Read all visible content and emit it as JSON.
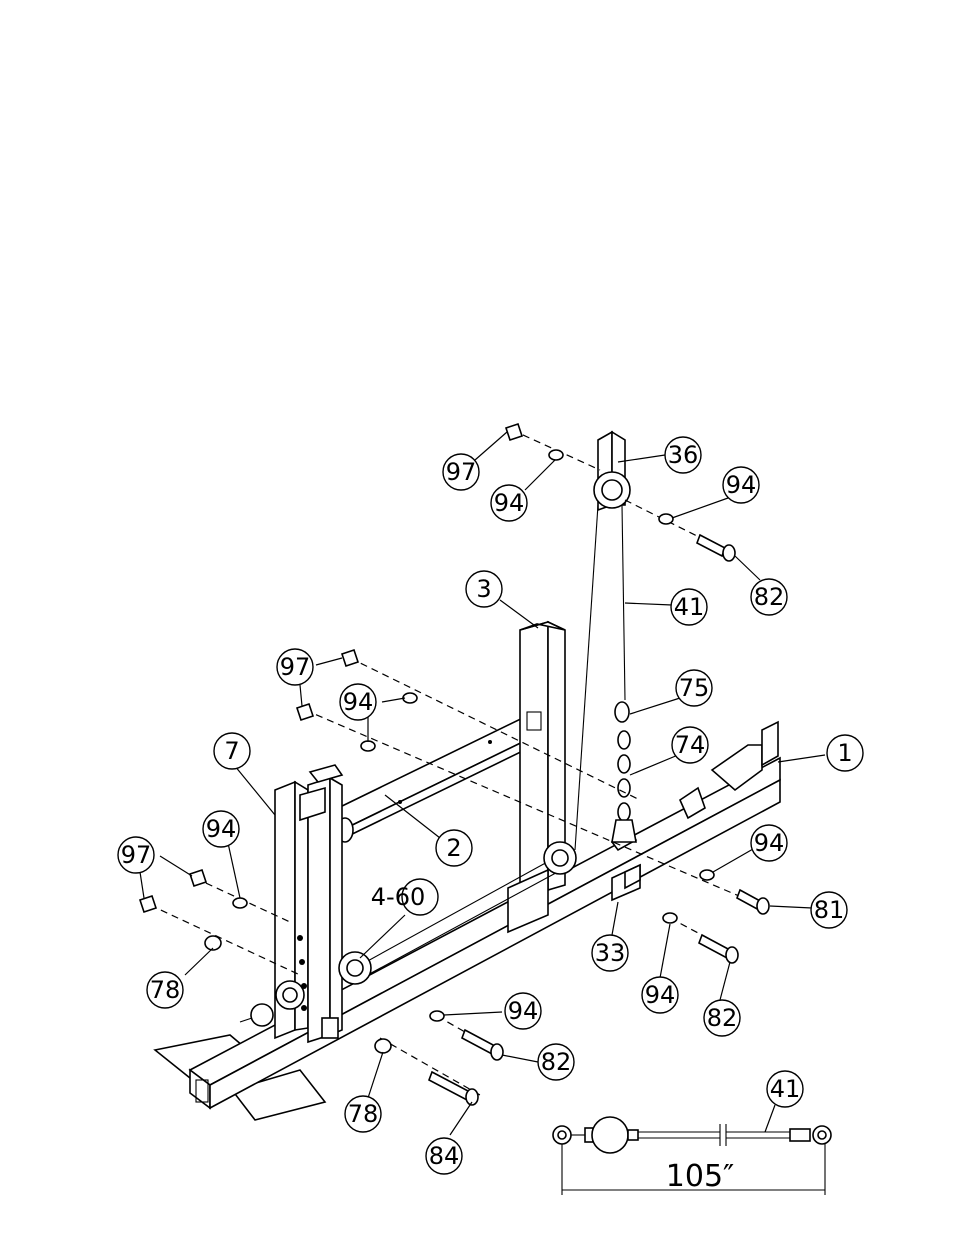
{
  "labels": {
    "part_1": "1",
    "part_2": "2",
    "part_3": "3",
    "part_7": "7",
    "part_33": "33",
    "part_36": "36",
    "part_41": "41",
    "part_41_detail": "41",
    "part_4_60": "4-60",
    "part_74": "74",
    "part_75": "75",
    "part_78_a": "78",
    "part_78_b": "78",
    "part_81": "81",
    "part_82_a": "82",
    "part_82_b": "82",
    "part_82_c": "82",
    "part_84": "84",
    "part_94_a": "94",
    "part_94_b": "94",
    "part_94_c": "94",
    "part_94_d": "94",
    "part_94_e": "94",
    "part_94_f": "94",
    "part_94_g": "94",
    "part_97_a": "97",
    "part_97_b": "97",
    "part_97_c": "97"
  },
  "cable_detail": {
    "length": "105″"
  }
}
